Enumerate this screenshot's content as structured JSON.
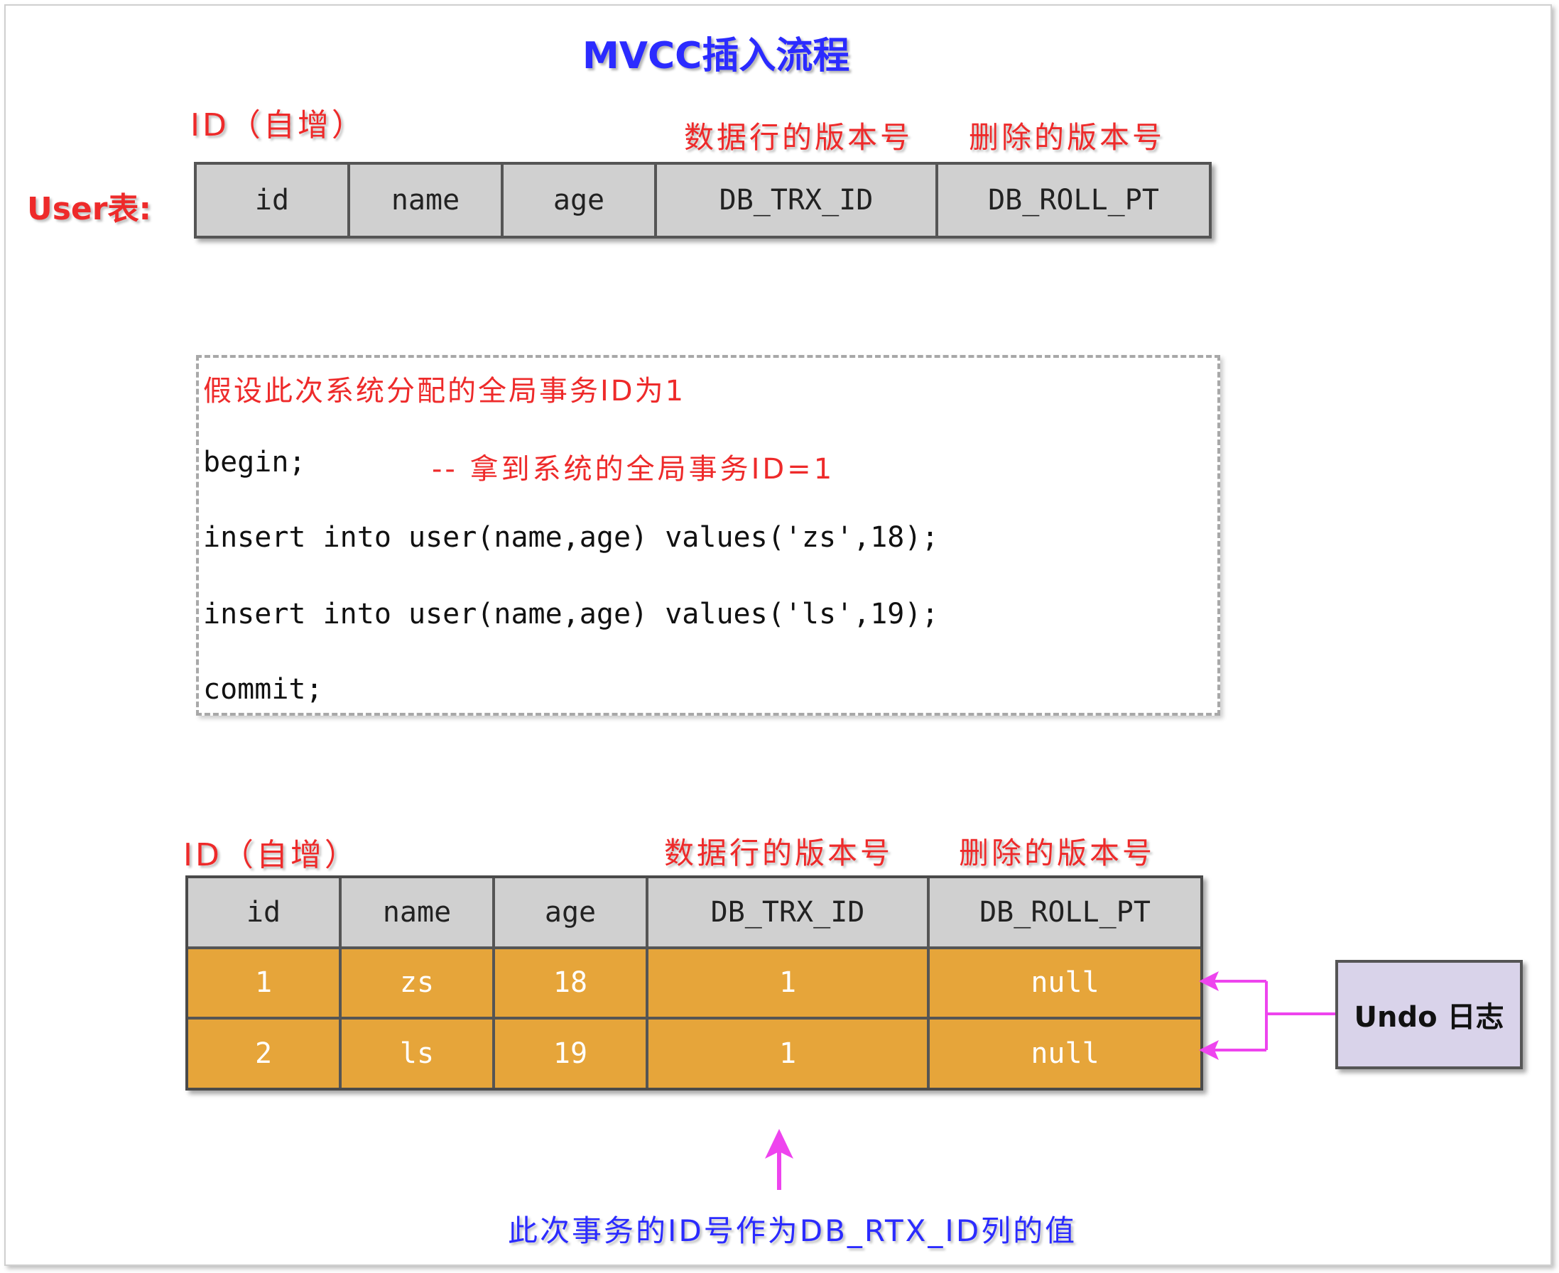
{
  "title": "MVCC插入流程",
  "table1": {
    "row_label": "User表:",
    "id_note": "ID（自增）",
    "trx_note": "数据行的版本号",
    "roll_note": "删除的版本号",
    "headers": [
      "id",
      "name",
      "age",
      "DB_TRX_ID",
      "DB_ROLL_PT"
    ]
  },
  "code": {
    "comment1": "假设此次系统分配的全局事务ID为1",
    "begin": "begin;",
    "begin_comment": "-- 拿到系统的全局事务ID=1",
    "insert1": "insert into user(name,age) values('zs',18);",
    "insert2": "insert into user(name,age) values('ls',19);",
    "commit": "commit;"
  },
  "table2": {
    "id_note": "ID（自增）",
    "trx_note": "数据行的版本号",
    "roll_note": "删除的版本号",
    "headers": [
      "id",
      "name",
      "age",
      "DB_TRX_ID",
      "DB_ROLL_PT"
    ],
    "rows": [
      [
        "1",
        "zs",
        "18",
        "1",
        "null"
      ],
      [
        "2",
        "ls",
        "19",
        "1",
        "null"
      ]
    ]
  },
  "undo_log": "Undo 日志",
  "bottom_note": "此次事务的ID号作为DB_RTX_ID列的值",
  "colors": {
    "title": "#2b2bff",
    "note_red": "#ee2a2a",
    "data_row": "#e6a53a",
    "header_cell": "#d0d0d0",
    "undo_box": "#d9d3ea",
    "arrow": "#ee44ee"
  }
}
